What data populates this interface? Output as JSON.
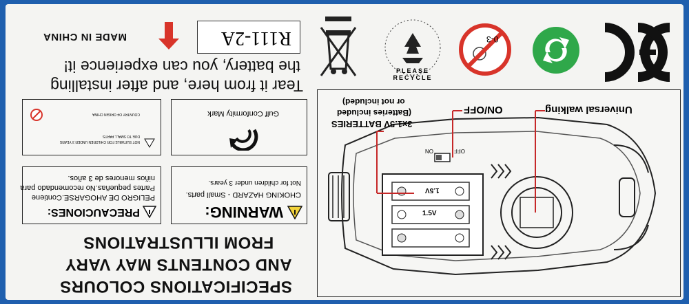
{
  "top_right": {
    "model": "R111-2A",
    "made_in": "MADE IN CHINA",
    "tear_line1": "Tear it from here, and after installing",
    "tear_line2": "the battery, you can experience it!"
  },
  "recycle_text": "PLEASE RECYCLE",
  "age_text": "0-3",
  "ce_text": "CE",
  "warnings": {
    "gcc": "Gulf Conformity Mark",
    "small1": "NOT SUITABLE FOR CHILDREN UNDER 3 YEARS",
    "small2": "DUE TO SMALL PARTS",
    "small3": "COUNTRY OF ORIGIN CHINA",
    "en_title": "WARNING:",
    "en_line1": "CHOKING HAZARD - Small parts.",
    "en_line2": "Not for children under 3 years.",
    "es_title": "PRECAUCIONES:",
    "es_line1": "PELIGRO DE AHOGARSE.Contiene",
    "es_line2": "Partes pequeñas.No recomendado para",
    "es_line3": "niños menores de 3 años."
  },
  "spec": {
    "line1": "SPECIFICATIONS COLOURS",
    "line2": "AND CONTENTS MAY VARY",
    "line3": "FROM ILLUSTRATIONS"
  },
  "diagram": {
    "universal": "Universal walking",
    "onoff": "ON/OFF",
    "batt1": "3x1.5V BATTERIES",
    "batt2": "(Batteries included",
    "batt3": "or not included)",
    "off": "OFF",
    "on": "ON",
    "cell1": "1.5V",
    "cell2": "1.5V"
  }
}
